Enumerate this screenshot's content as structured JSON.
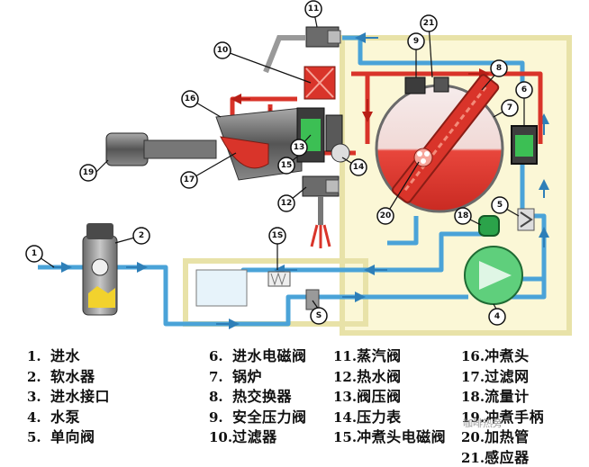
{
  "legend": {
    "col1": [
      {
        "num": "1.",
        "label": "进水"
      },
      {
        "num": "2.",
        "label": "软水器"
      },
      {
        "num": "3.",
        "label": "进水接口"
      },
      {
        "num": "4.",
        "label": "水泵"
      },
      {
        "num": "5.",
        "label": "单向阀"
      }
    ],
    "col2": [
      {
        "num": "6.",
        "label": "进水电磁阀"
      },
      {
        "num": "7.",
        "label": "锅炉"
      },
      {
        "num": "8.",
        "label": "热交换器"
      },
      {
        "num": "9.",
        "label": "安全压力阀"
      },
      {
        "num": "10.",
        "label": "过滤器"
      }
    ],
    "col3": [
      {
        "num": "11.",
        "label": "蒸汽阀"
      },
      {
        "num": "12.",
        "label": "热水阀"
      },
      {
        "num": "13.",
        "label": "阀压阀"
      },
      {
        "num": "14.",
        "label": "压力表"
      },
      {
        "num": "15.",
        "label": "冲煮头电磁阀"
      }
    ],
    "col4": [
      {
        "num": "16.",
        "label": "冲煮头"
      },
      {
        "num": "17.",
        "label": "过滤网"
      },
      {
        "num": "18.",
        "label": "流量计"
      },
      {
        "num": "19.",
        "label": "冲煮手柄"
      },
      {
        "num": "20.",
        "label": "加热管"
      },
      {
        "num": "21.",
        "label": "感应器"
      }
    ]
  },
  "callouts": [
    "1",
    "2",
    "S",
    "4",
    "5",
    "6",
    "7",
    "8",
    "9",
    "10",
    "11",
    "12",
    "13",
    "14",
    "15",
    "16",
    "17",
    "18",
    "19",
    "20",
    "21",
    "1S"
  ],
  "watermark": "咖啡热旁",
  "colors": {
    "water": "#4aa3d8",
    "hot": "#d9342a",
    "frame": "#e8e2a8"
  }
}
